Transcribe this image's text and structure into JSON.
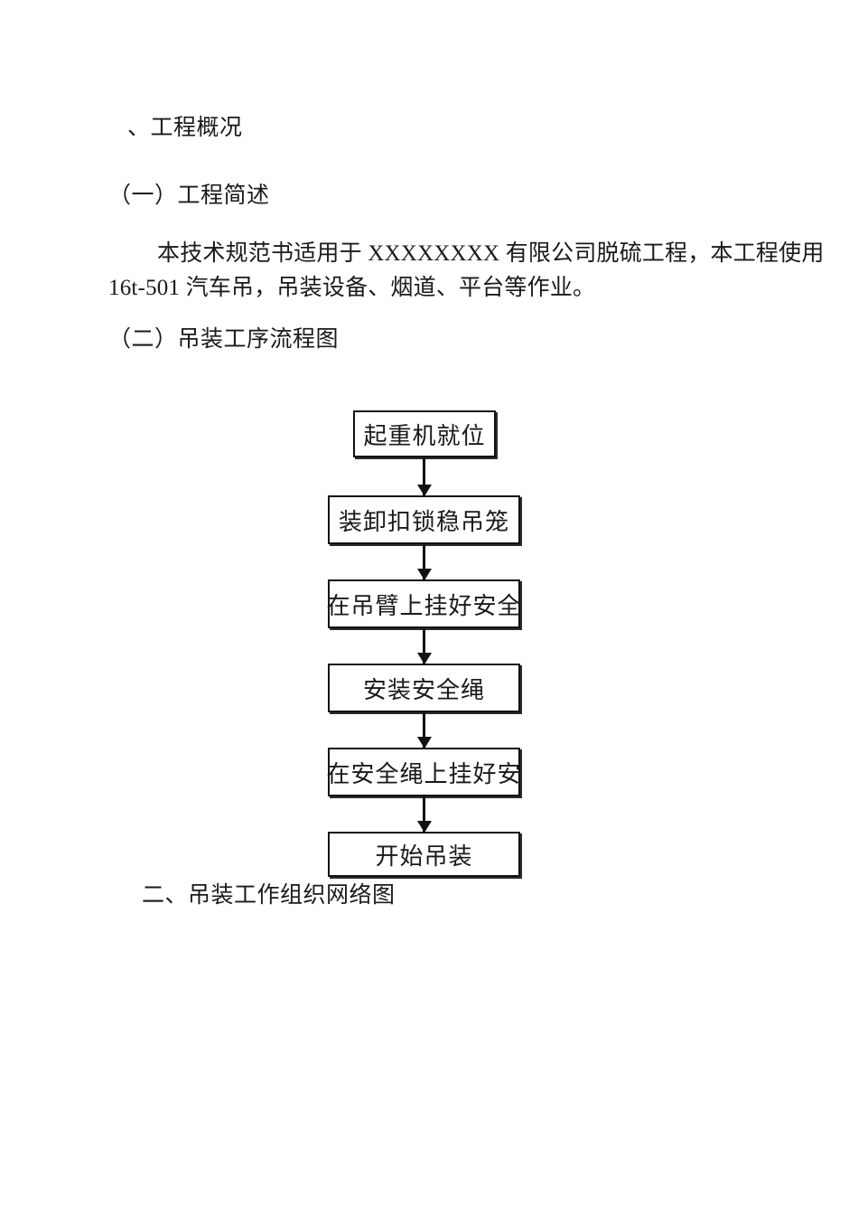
{
  "document": {
    "headings": {
      "section_overview": "、工程概况",
      "sub_1": "（一）工程简述",
      "sub_2": "（二）吊装工序流程图",
      "section_two": "二、吊装工作组织网络图"
    },
    "paragraph": {
      "line_1": "本技术规范书适用于 XXXXXXXX 有限公司脱硫工程，本工程使用",
      "line_2": "16t-501 汽车吊，吊装设备、烟道、平台等作业。"
    }
  },
  "flowchart": {
    "title": "吊装工序流程图",
    "orientation": "vertical",
    "steps": [
      {
        "id": 1,
        "label": "起重机就位"
      },
      {
        "id": 2,
        "label": "装卸扣锁稳吊笼"
      },
      {
        "id": 3,
        "label": "在吊臂上挂好安全"
      },
      {
        "id": 4,
        "label": "安装安全绳"
      },
      {
        "id": 5,
        "label": "在安全绳上挂好安"
      },
      {
        "id": 6,
        "label": "开始吊装"
      }
    ],
    "connectors": [
      {
        "from": 1,
        "to": 2,
        "type": "arrow-down"
      },
      {
        "from": 2,
        "to": 3,
        "type": "arrow-down"
      },
      {
        "from": 3,
        "to": 4,
        "type": "arrow-down"
      },
      {
        "from": 4,
        "to": 5,
        "type": "arrow-down"
      },
      {
        "from": 5,
        "to": 6,
        "type": "arrow-down"
      }
    ],
    "colors": {
      "box_border": "#111111",
      "box_fill": "#ffffff",
      "connector": "#111111",
      "text": "#1a1a1a"
    }
  }
}
